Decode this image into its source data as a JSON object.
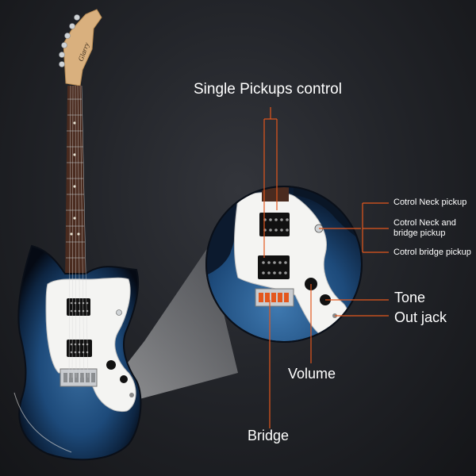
{
  "brand_logo_text": "Glarry",
  "callouts": {
    "single_pickups_control": "Single Pickups control",
    "control_neck_pickup": "Cotrol Neck pickup",
    "control_neck_and_bridge_pickup_line1": "Cotrol Neck and",
    "control_neck_and_bridge_pickup_line2": "bridge pickup",
    "control_bridge_pickup": "Cotrol bridge pickup",
    "tone": "Tone",
    "out_jack": "Out jack",
    "volume": "Volume",
    "bridge": "Bridge"
  },
  "colors": {
    "background": "#1a1b1f",
    "leader_line": "#e4571d",
    "body_blue": "#1d4a7a",
    "pickguard": "#f4f4f2",
    "headstock": "#d9b07e",
    "fretboard": "#4a2b1f",
    "label_text": "#ffffff"
  }
}
